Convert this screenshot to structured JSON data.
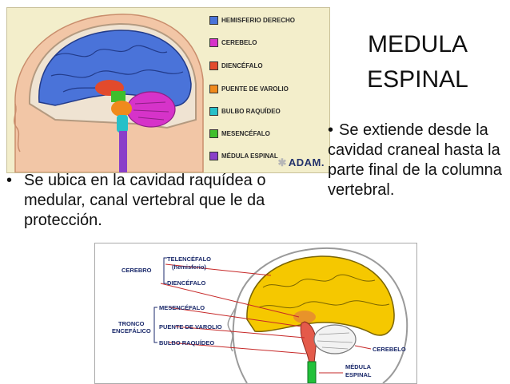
{
  "slide": {
    "title": [
      "MEDULA",
      "ESPINAL"
    ],
    "bullet_left": "Se ubica en la cavidad raquídea o medular, canal vertebral que le da protección.",
    "bullet_right": "Se extiende desde la cavidad craneal hasta la parte final de la columna vertebral."
  },
  "figure_top": {
    "legend": [
      {
        "label": "HEMISFERIO DERECHO",
        "color": "#4a73d9"
      },
      {
        "label": "CEREBELO",
        "color": "#d633c9"
      },
      {
        "label": "DIENCÉFALO",
        "color": "#e24a2c"
      },
      {
        "label": "PUENTE DE VAROLIO",
        "color": "#f08a1c"
      },
      {
        "label": "BULBO RAQUÍDEO",
        "color": "#27c0c8"
      },
      {
        "label": "MESENCÉFALO",
        "color": "#3fbf2c"
      },
      {
        "label": "MÉDULA ESPINAL",
        "color": "#8a3fc9"
      }
    ],
    "credit": "ADAM."
  },
  "figure_bottom": {
    "labels": {
      "cerebro": "CEREBRO",
      "telencefalo": "TELENCÉFALO",
      "hemisferio": "(hemisferio)",
      "diencefalo": "DIENCÉFALO",
      "tronco_1": "TRONCO",
      "tronco_2": "ENCEFÁLICO",
      "mesencefalo": "MESENCÉFALO",
      "puente": "PUENTE DE VAROLIO",
      "bulbo": "BULBO RAQUÍDEO",
      "cerebelo": "CEREBELO",
      "medula_1": "MÉDULA",
      "medula_2": "ESPINAL"
    }
  }
}
